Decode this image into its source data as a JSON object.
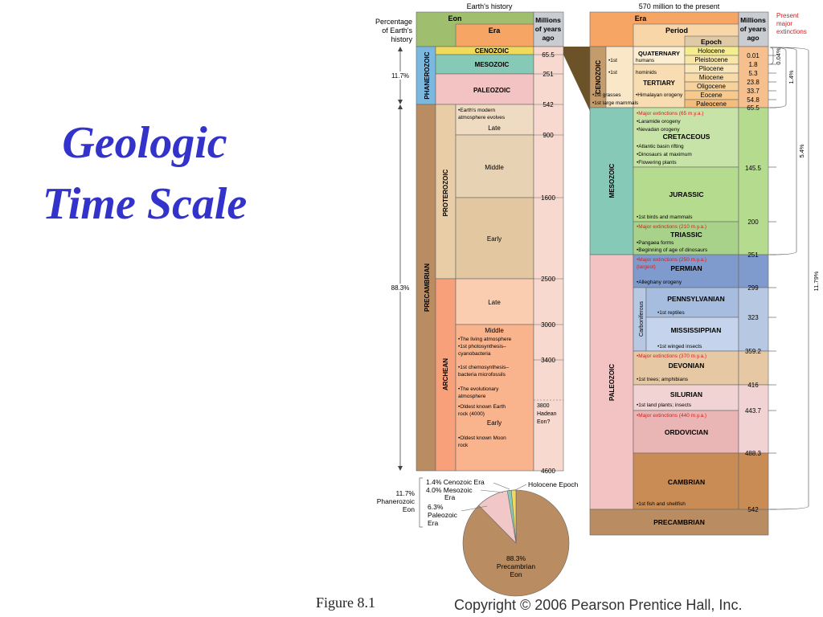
{
  "slide": {
    "title_line1": "Geologic",
    "title_line2": "Time Scale",
    "figure_label": "Figure 8.1",
    "copyright": "Copyright © 2006 Pearson Prentice Hall, Inc."
  },
  "left_panel": {
    "title": "Earth's history",
    "pct_header": [
      "Percentage",
      "of Earth's",
      "history"
    ],
    "col_eon": "Eon",
    "col_era": "Era",
    "col_myr": [
      "Millions",
      "of years",
      "ago"
    ],
    "eons": [
      "PHANEROZOIC",
      "PRECAMBRIAN"
    ],
    "eon_pcts": [
      "11.7%",
      "88.3%"
    ],
    "eras": [
      "CENOZOIC",
      "MESOZOIC",
      "PALEOZOIC",
      "PROTEROZOIC",
      "ARCHEAN"
    ],
    "sub_labels": [
      "Late",
      "Middle",
      "Early",
      "Late",
      "Middle",
      "Early"
    ],
    "ages": [
      "65.5",
      "251",
      "542",
      "900",
      "1600",
      "2500",
      "3000",
      "3400",
      "4600"
    ],
    "hadean": [
      "3800",
      "Hadean",
      "Eon?"
    ],
    "notes": {
      "atmosphere": [
        "•Earth's modern",
        "atmosphere evolves"
      ],
      "living": [
        "•The living atmosphere",
        "•1st photosynthesis–",
        "cyanobacteria"
      ],
      "chemo": [
        "•1st chemosynthesis–",
        "bacteria microfossils"
      ],
      "evolutionary": [
        "•The evolutionary",
        "atmosphere",
        "•Oldest known Earth",
        "rock (4000)"
      ],
      "moon": [
        "•Oldest known Moon",
        "rock"
      ]
    }
  },
  "pie": {
    "labels": [
      "1.4% Cenozoic Era",
      "4.0% Mesozoic",
      "Era",
      "6.3%",
      "Paleozoic",
      "Era",
      "11.7%",
      "Phanerozoic",
      "Eon",
      "Holocene Epoch"
    ],
    "center": [
      "88.3%",
      "Precambrian",
      "Eon"
    ]
  },
  "right_panel": {
    "title": "570 million to the present",
    "col_era": "Era",
    "col_period": "Period",
    "col_epoch": "Epoch",
    "col_myr": [
      "Millions",
      "of years",
      "ago"
    ],
    "extinction_header": [
      "Present",
      "major",
      "extinctions"
    ],
    "eras": [
      "CENOZOIC",
      "MESOZOIC",
      "PALEOZOIC"
    ],
    "periods": [
      "QUATERNARY",
      "TERTIARY",
      "CRETACEOUS",
      "JURASSIC",
      "TRIASSIC",
      "PERMIAN",
      "PENNSYLVANIAN",
      "MISSISSIPPIAN",
      "DEVONIAN",
      "SILURIAN",
      "ORDOVICIAN",
      "CAMBRIAN"
    ],
    "carboniferous": "Carboniferous",
    "precambrian": "PRECAMBRIAN",
    "epochs": [
      "Holocene",
      "Pleistocene",
      "Pliocene",
      "Miocene",
      "Oligocene",
      "Eocene",
      "Paleocene"
    ],
    "ages": [
      "0.01",
      "1.8",
      "5.3",
      "23.8",
      "33.7",
      "54.8",
      "65.5",
      "145.5",
      "200",
      "251",
      "299",
      "323",
      "359.2",
      "416",
      "443.7",
      "488.3",
      "542"
    ],
    "bracket_pcts": [
      "0.04%",
      "1.4%",
      "5.4%",
      "11.79%"
    ],
    "ceno_notes": [
      "•1st",
      "humans",
      "•1st",
      "hominids",
      "•1st  grasses",
      "•Himalayan orogeny",
      "•1st large mammals"
    ],
    "notes": {
      "cretaceous": [
        "•Major extinctions (65 m.y.a.)",
        "•Laramide orogeny",
        "•Nevadan orogeny",
        "•Atlantic basin rifting",
        "•Dinosaurs at maximum",
        "•Flowering plants"
      ],
      "jurassic": [
        "•1st birds and mammals"
      ],
      "triassic": [
        "•Major extinctions (210 m.y.a.)",
        "•Pangaea forms",
        "•Beginning of age of dinosaurs"
      ],
      "permian": [
        "•Major extinctions (250 m.y.a.)",
        "(largest)",
        "•Alleghany orogeny"
      ],
      "pennsylvanian": [
        "•1st reptiles"
      ],
      "mississippian": [
        "•1st winged insects"
      ],
      "devonian": [
        "•Major extinctions (370 m.y.a.)",
        "•1st trees; amphibians"
      ],
      "silurian": [
        "•1st land plants; insects",
        "•Major extinctions (440 m.y.a.)"
      ],
      "cambrian": [
        "•1st fish and shellfish"
      ]
    }
  },
  "colors": {
    "title": "#3333cc",
    "extinction": "#d42020",
    "eon_header": "#9fbf6f",
    "phanerozoic": "#7ab8e0",
    "precambrian": "#b98c62",
    "cenozoic": "#f1d95b",
    "mesozoic": "#86c9b6",
    "paleozoic": "#f3c2c2",
    "proterozoic": "#e8cda7",
    "archean": "#f7a07a",
    "header": "#f6a565",
    "myr": "#c9cdd2",
    "permian": "#7f9bcd",
    "cambrian": "#c98c55",
    "pie_precambrian": "#b98c62",
    "pie_paleozoic": "#f1c7c7",
    "pie_mesozoic": "#86c9b6",
    "pie_cenozoic": "#f1d95b"
  }
}
